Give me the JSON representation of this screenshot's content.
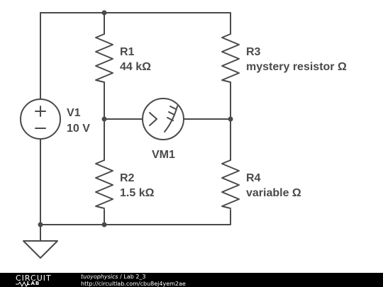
{
  "components": {
    "V1": {
      "name": "V1",
      "value": "10 V"
    },
    "R1": {
      "name": "R1",
      "value": "44 kΩ"
    },
    "R2": {
      "name": "R2",
      "value": "1.5 kΩ"
    },
    "R3": {
      "name": "R3",
      "value": "mystery resistor Ω"
    },
    "R4": {
      "name": "R4",
      "value": "variable Ω"
    },
    "VM1": {
      "name": "VM1"
    }
  },
  "footer": {
    "logo_top": "CIRCUIT",
    "logo_bottom": "LAB",
    "author": "tuoyophysics",
    "separator": " / ",
    "title": "Lab 2_3",
    "url": "http://circuitlab.com/cbu8ej4yem2ae"
  },
  "colors": {
    "wire": "#4a4a4a",
    "footer_bg": "#000000",
    "footer_text": "#ffffff"
  }
}
